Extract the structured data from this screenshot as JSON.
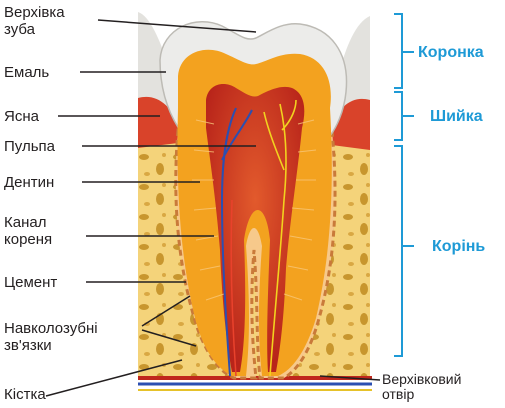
{
  "labels": {
    "crown_top": "Верхівка\nзуба",
    "enamel": "Емаль",
    "gum": "Ясна",
    "pulp": "Пульпа",
    "dentin": "Дентин",
    "root_canal": "Канал\nкореня",
    "cement": "Цемент",
    "ligaments": "Навколозубні\nзв'язки",
    "bone": "Кістка",
    "apical_foramen": "Верхівковий\nотвір"
  },
  "sections": {
    "crown": "Коронка",
    "neck": "Шийка",
    "root": "Корінь"
  },
  "colors": {
    "bracket": "#1e9ad6",
    "enamel": "#ececea",
    "dentin": "#f3a21f",
    "pulp": "#d2301f",
    "bone": "#f4d37a",
    "gum": "#d9432a"
  }
}
